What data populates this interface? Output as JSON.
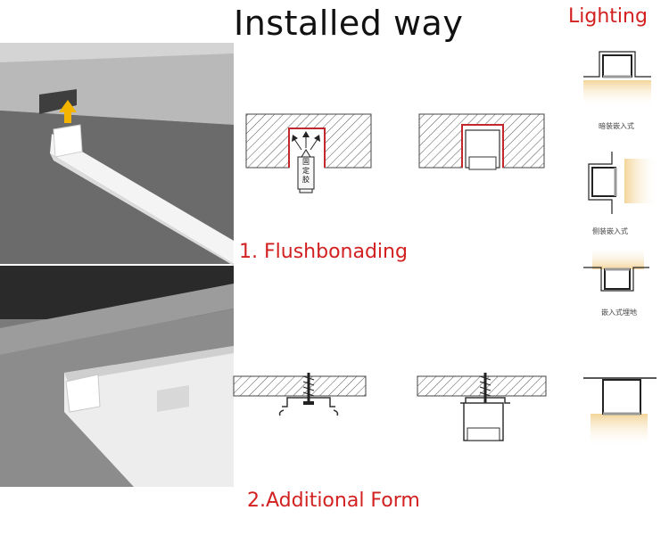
{
  "header": {
    "title": "Installed way",
    "lighting": "Lighting"
  },
  "methods": [
    {
      "label": "1. Flushbonading"
    },
    {
      "label": "2.Additional Form"
    }
  ],
  "glue_label": "固定胶",
  "lighting_captions": [
    "暗装嵌入式",
    "侧装嵌入式",
    "嵌入式埋地"
  ],
  "colors": {
    "accent_red": "#d32020",
    "arrow_yellow": "#f5b400",
    "warm_light": "#f3d59a"
  }
}
